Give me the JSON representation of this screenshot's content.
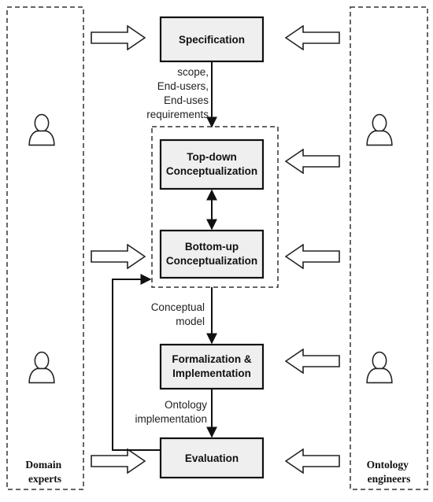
{
  "lanes": {
    "left": "Domain experts",
    "right": "Ontology engineers"
  },
  "steps": {
    "specification": [
      "Specification"
    ],
    "top_down": [
      "Top-down",
      "Conceptualization"
    ],
    "bottom_up": [
      "Bottom-up",
      "Conceptualization"
    ],
    "formalization": [
      "Formalization &",
      "Implementation"
    ],
    "evaluation": [
      "Evaluation"
    ]
  },
  "edge_labels": {
    "spec_outputs": [
      "scope,",
      "End-users,",
      "End-uses",
      "requirements"
    ],
    "conceptual_model": [
      "Conceptual",
      "model"
    ],
    "ontology_impl": [
      "Ontology",
      "implementation"
    ]
  },
  "icons": {
    "person": "person-icon",
    "block_arrow": "block-arrow-icon"
  },
  "colors": {
    "box_fill": "#efefef",
    "stroke": "#111111",
    "dashed": "#333333"
  }
}
